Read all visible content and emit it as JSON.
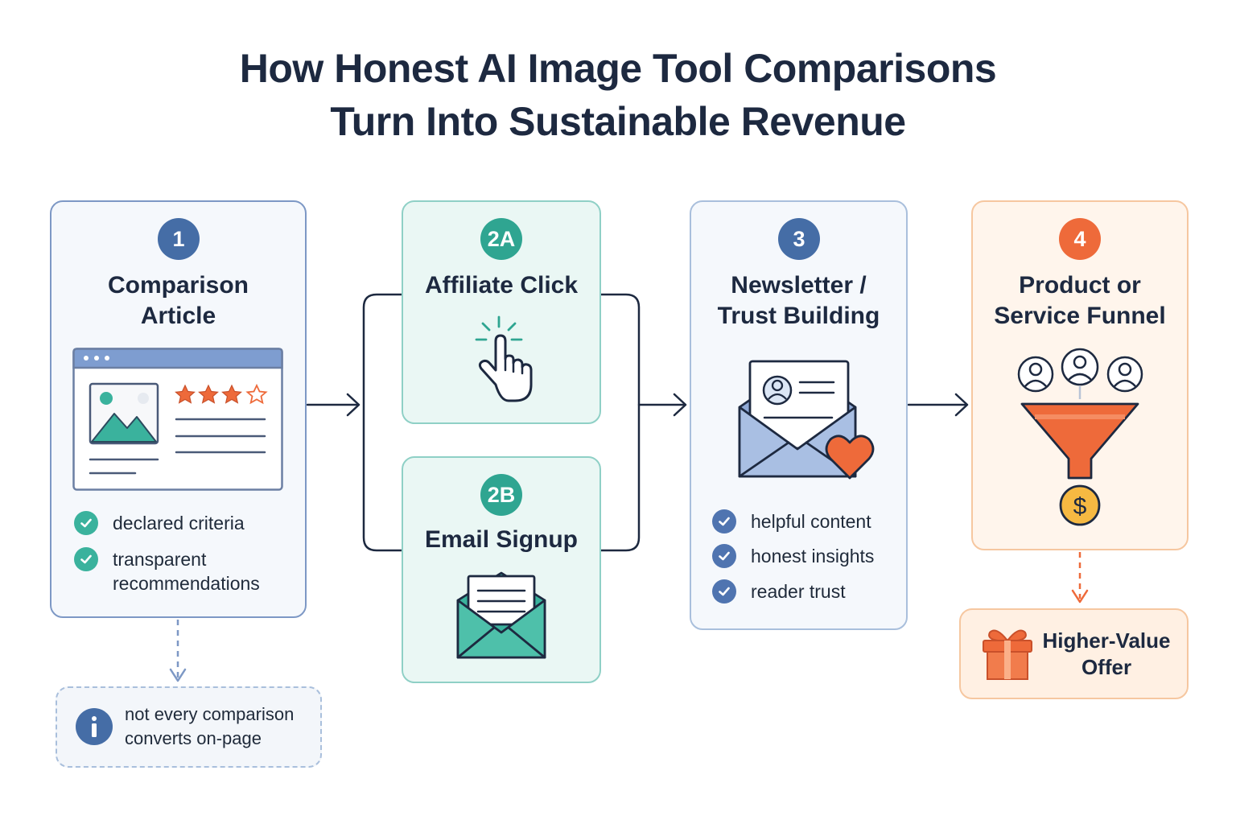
{
  "title": {
    "line1": "How Honest AI Image Tool Comparisons",
    "line2": "Turn Into Sustainable Revenue"
  },
  "steps": {
    "comparison": {
      "badge": "1",
      "title_line1": "Comparison",
      "title_line2": "Article",
      "checks": [
        {
          "line1": "declared criteria",
          "line2": ""
        },
        {
          "line1": "transparent",
          "line2": "recommendations"
        }
      ],
      "icon": "browser-article-icon"
    },
    "affiliate": {
      "badge": "2A",
      "title": "Affiliate Click",
      "icon": "pointer-click-icon"
    },
    "email": {
      "badge": "2B",
      "title": "Email Signup",
      "icon": "envelope-icon"
    },
    "newsletter": {
      "badge": "3",
      "title_line1": "Newsletter /",
      "title_line2": "Trust Building",
      "checks": [
        "helpful content",
        "honest insights",
        "reader trust"
      ],
      "icon": "envelope-heart-icon"
    },
    "funnel": {
      "badge": "4",
      "title_line1": "Product or",
      "title_line2": "Service Funnel",
      "icon": "funnel-icon"
    }
  },
  "offer": {
    "line1": "Higher-Value",
    "line2": "Offer",
    "icon": "gift-icon"
  },
  "note": {
    "line1": "not every comparison",
    "line2": "converts on-page",
    "icon": "info-icon"
  },
  "colors": {
    "navy": "#1d2940",
    "blue": "#456da6",
    "teal": "#2fa591",
    "orange": "#ee6a3a",
    "gold": "#f6b942"
  }
}
